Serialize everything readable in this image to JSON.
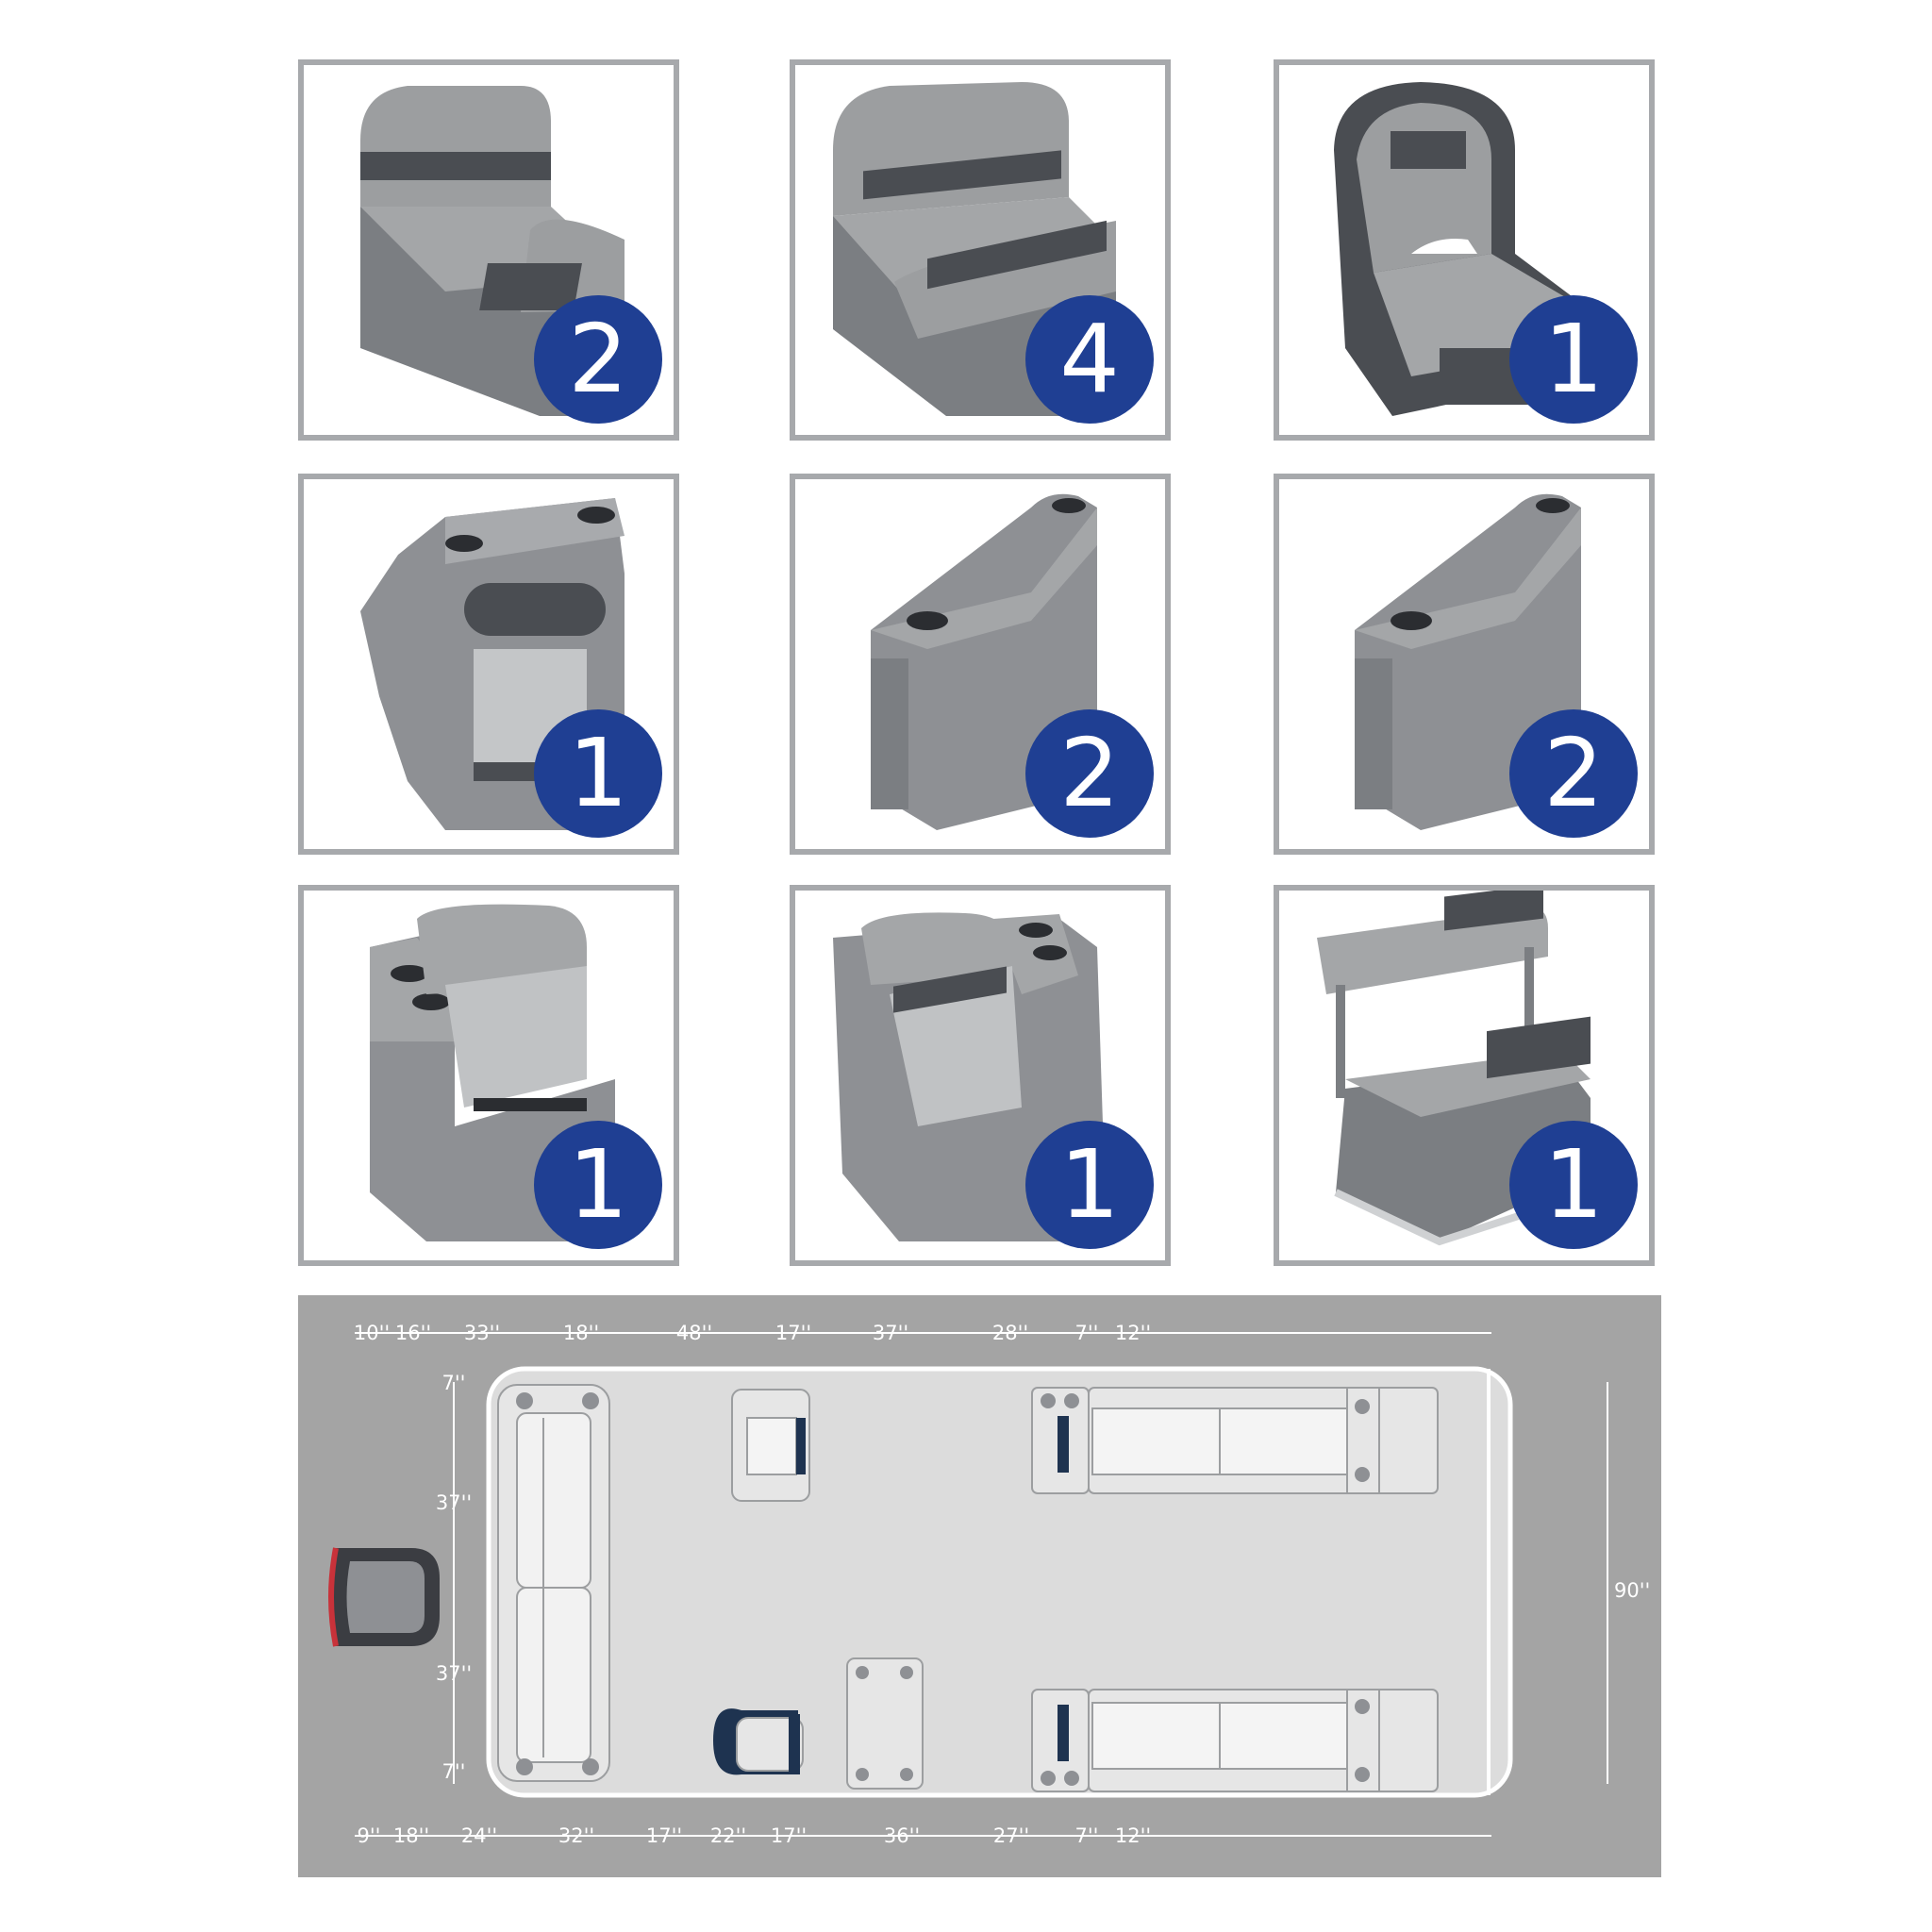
{
  "colors": {
    "badge": "#1f3f93",
    "frame": "#a7a9ac",
    "panel": "#a4a4a4",
    "deck": "#dcdcdc",
    "seat_light": "#9c9ea0",
    "seat_dark": "#4a4d52",
    "base": "#7b7e82",
    "accent_navy": "#1e3350",
    "motor_red": "#c8323a"
  },
  "seats": [
    {
      "name": "lounge-seat",
      "icon": "lounge-seat-icon",
      "qty": "2"
    },
    {
      "name": "bench-seat",
      "icon": "bench-seat-icon",
      "qty": "4"
    },
    {
      "name": "captain-chair",
      "icon": "bucket-seat-icon",
      "qty": "1"
    },
    {
      "name": "helm-console",
      "icon": "helm-console-icon",
      "qty": "1"
    },
    {
      "name": "armrest-right",
      "icon": "armrest-icon",
      "qty": "2"
    },
    {
      "name": "armrest-left",
      "icon": "armrest-icon",
      "qty": "2"
    },
    {
      "name": "corner-lounge-right",
      "icon": "corner-lounge-icon",
      "qty": "1"
    },
    {
      "name": "corner-lounge-left",
      "icon": "corner-lounge-icon",
      "qty": "1"
    },
    {
      "name": "flip-flop-seat",
      "icon": "flip-flop-seat-icon",
      "qty": "1"
    }
  ],
  "layout": {
    "top_dims": [
      "10''",
      "16''",
      "33''",
      "18''",
      "48''",
      "17''",
      "37''",
      "28''",
      "7''",
      "12''"
    ],
    "bottom_dims": [
      "9''",
      "18''",
      "24''",
      "32''",
      "17''",
      "22''",
      "17''",
      "36''",
      "27''",
      "7''",
      "12''"
    ],
    "left_dims": [
      "7''",
      "37''",
      "37''",
      "7''"
    ],
    "right_dim": "90''"
  }
}
